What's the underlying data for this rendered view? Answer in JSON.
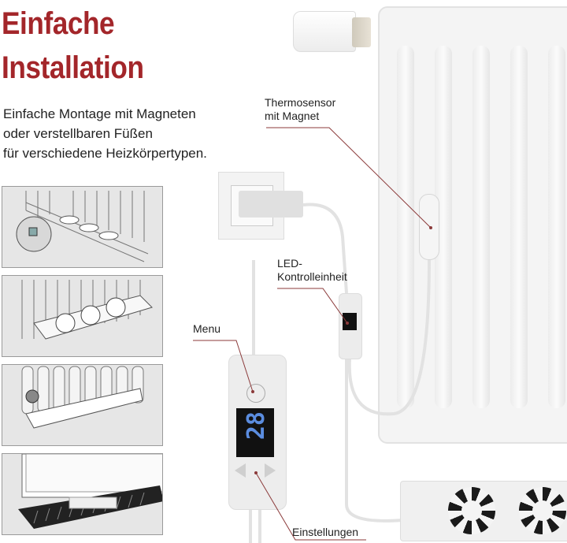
{
  "header": {
    "title_line1": "Einfache",
    "title_line2": "Installation",
    "title_color": "#a3262a"
  },
  "description": {
    "line1": "Einfache Montage mit Magneten",
    "line2": "oder verstellbaren Füßen",
    "line3": "für verschiedene Heizkörpertypen."
  },
  "thumbnails": [
    {
      "label": "panel-radiator-magnet-mount"
    },
    {
      "label": "panel-radiator-feet-mount"
    },
    {
      "label": "column-radiator-mount"
    },
    {
      "label": "floor-convector-mount"
    }
  ],
  "callouts": {
    "thermosensor_line1": "Thermosensor",
    "thermosensor_line2": "mit Magnet",
    "led_line1": "LED-",
    "led_line2": "Kontrolleinheit",
    "menu": "Menu",
    "settings": "Einstellungen",
    "line_color": "#8b3a3a"
  },
  "controller": {
    "display_value": "28",
    "display_color": "#5b8de0"
  }
}
